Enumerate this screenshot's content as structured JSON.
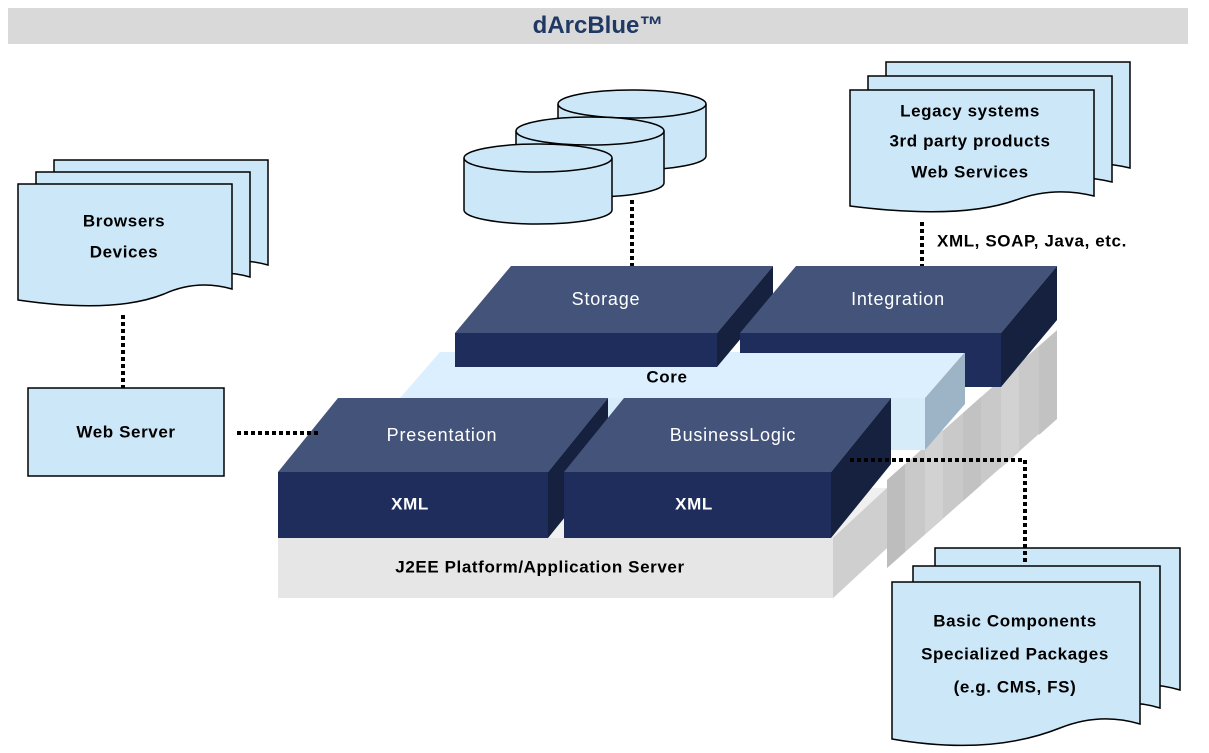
{
  "title": "dArcBlue™",
  "clients": {
    "line1": "Browsers",
    "line2": "Devices"
  },
  "web_server": "Web Server",
  "legacy": {
    "line1": "Legacy systems",
    "line2": "3rd party products",
    "line3": "Web Services"
  },
  "integration_protocols": "XML, SOAP, Java, etc.",
  "modules": {
    "storage": "Storage",
    "integration": "Integration",
    "core": "Core",
    "presentation": "Presentation",
    "business_logic": "BusinessLogic",
    "presentation_format": "XML",
    "business_logic_format": "XML"
  },
  "platform": "J2EE Platform/Application Server",
  "components": {
    "line1": "Basic Components",
    "line2": "Specialized Packages",
    "line3": "(e.g. CMS, FS)"
  },
  "colors": {
    "title_bar": "#d9d9d9",
    "title_text": "#1f3864",
    "document_fill": "#cce8f8",
    "module_front": "#1f2d5c",
    "module_top": "#44537a",
    "module_side": "#16213f",
    "core_fill": "#d6ecf8",
    "platform_fill": "#e6e6e6"
  }
}
